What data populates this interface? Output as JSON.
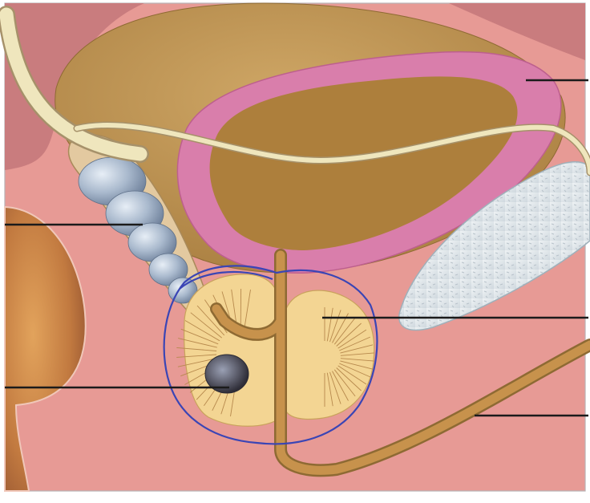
{
  "figure": {
    "kind": "anatomical illustration",
    "colors": {
      "page": "#ffffff",
      "frame_outline": "#b9b2b4",
      "pelvic_tissue": "#e79a95",
      "bladder_outer": "#b98f4e",
      "bladder_wall": "#d97eab",
      "bladder_lumen": "#ad7f3c",
      "seminal_vesicle": "#9fb0c6",
      "prostate": "#f3d593",
      "urethra": "#c7924c",
      "vas_deferens": "#efe6bd",
      "rectum_wall": "#b96c3f",
      "pubic_bone": "#dfe6ea",
      "tumor": "#5b5c6a",
      "hand_drawn_outline": "#3a45b5",
      "leader_lines": "#1b1b1b"
    },
    "pointer_lines": [
      {
        "target": "bladder-wall"
      },
      {
        "target": "seminal-vesicle"
      },
      {
        "target": "prostate-lobe"
      },
      {
        "target": "tumor"
      },
      {
        "target": "urethra"
      }
    ]
  }
}
